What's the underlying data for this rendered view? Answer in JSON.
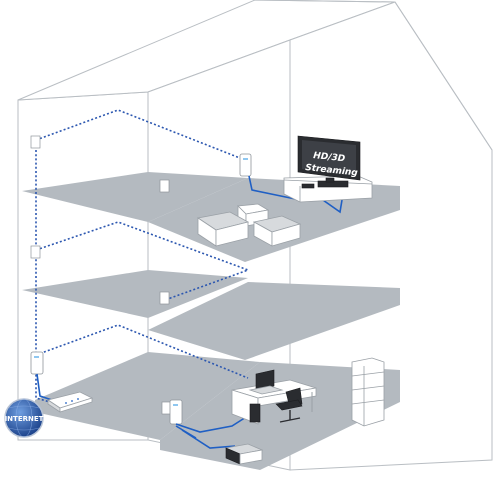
{
  "tv_screen": {
    "line1": "HD/3D",
    "line2": "Streaming"
  },
  "internet_badge": {
    "label": "INTERNET"
  },
  "colors": {
    "floor": "#b4bac0",
    "wall_line": "#b9bec3",
    "network_line": "#2c57b0",
    "cable": "#1f5fc4",
    "globe": "#1e4fa0"
  }
}
